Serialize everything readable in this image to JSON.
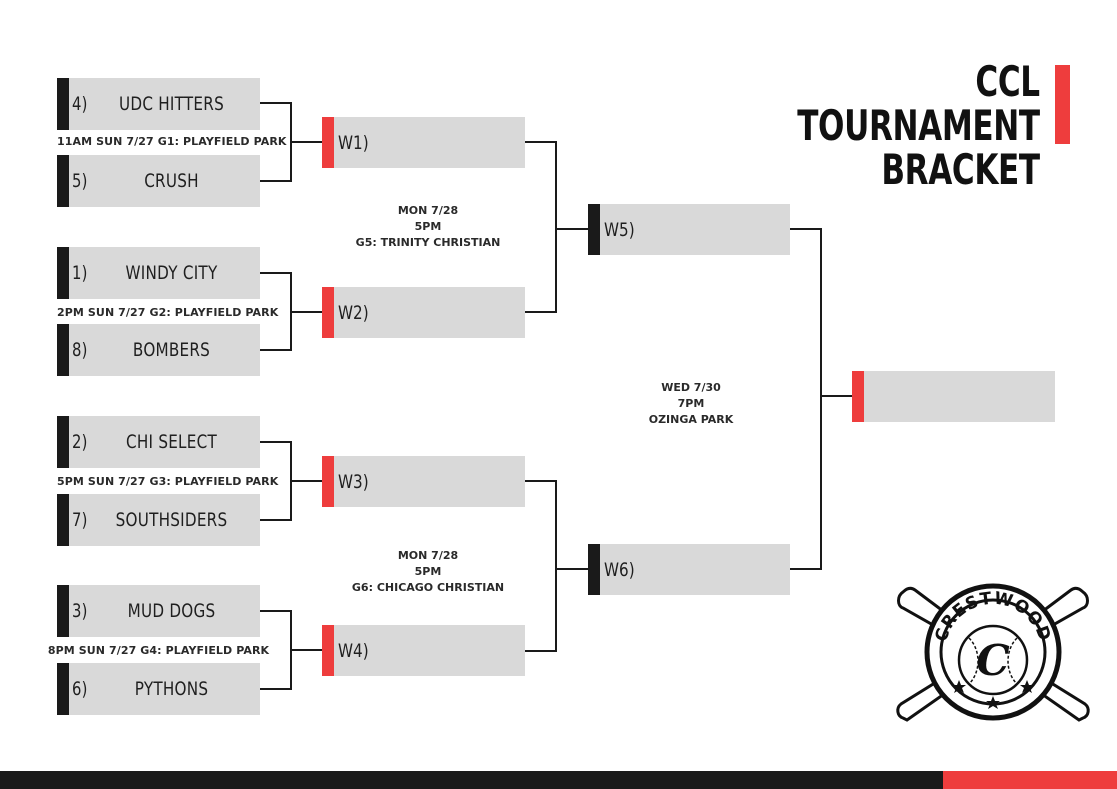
{
  "title": {
    "line1": "CCL",
    "line2": "TOURNAMENT",
    "line3": "BRACKET"
  },
  "round1": {
    "games": [
      {
        "top": {
          "seed": "4)",
          "name": "UDC HITTERS"
        },
        "bottom": {
          "seed": "5)",
          "name": "CRUSH"
        },
        "info": "11AM SUN 7/27 G1: PLAYFIELD PARK"
      },
      {
        "top": {
          "seed": "1)",
          "name": "WINDY CITY"
        },
        "bottom": {
          "seed": "8)",
          "name": "BOMBERS"
        },
        "info": "2PM SUN 7/27 G2: PLAYFIELD PARK"
      },
      {
        "top": {
          "seed": "2)",
          "name": "CHI SELECT"
        },
        "bottom": {
          "seed": "7)",
          "name": "SOUTHSIDERS"
        },
        "info": "5PM SUN 7/27 G3: PLAYFIELD PARK"
      },
      {
        "top": {
          "seed": "3)",
          "name": "MUD DOGS"
        },
        "bottom": {
          "seed": "6)",
          "name": "PYTHONS"
        },
        "info": "8PM SUN 7/27 G4: PLAYFIELD PARK"
      }
    ]
  },
  "round2": {
    "slots": [
      "W1)",
      "W2)",
      "W3)",
      "W4)"
    ],
    "game5": {
      "date": "MON 7/28",
      "time": "5PM",
      "place": "G5: TRINITY CHRISTIAN"
    },
    "game6": {
      "date": "MON 7/28",
      "time": "5PM",
      "place": "G6: CHICAGO CHRISTIAN"
    }
  },
  "round3": {
    "slots": [
      "W5)",
      "W6)"
    ],
    "final": {
      "date": "WED 7/30",
      "time": "7PM",
      "place": "OZINGA PARK"
    }
  },
  "champion": {
    "label": ""
  },
  "logo": {
    "text": "CRESTWOOD",
    "letter": "C"
  },
  "colors": {
    "accent": "#ee3d3d",
    "dark": "#1a1a1a",
    "box": "#d9d9d9"
  }
}
